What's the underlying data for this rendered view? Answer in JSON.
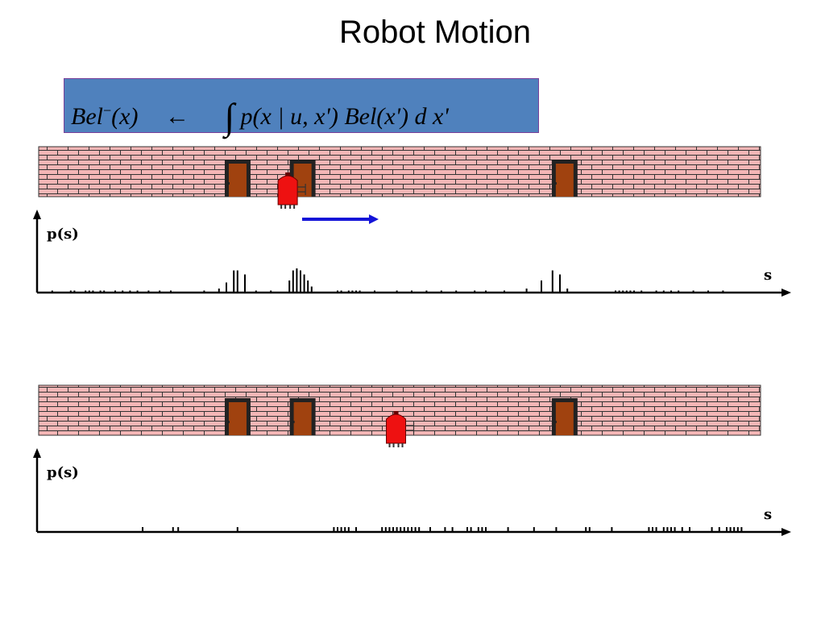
{
  "slide": {
    "title": "Robot Motion"
  },
  "formula": {
    "lhs": "Bel",
    "lhs_sup": "−",
    "lhs_arg": "(x)",
    "arrow": "←",
    "integral": "∫",
    "rhs_p": "p(x | u, x') ",
    "rhs_bel": "Bel(x') ",
    "rhs_d": "d x'"
  },
  "panels": [
    {
      "ylabel": "p(s)",
      "xlabel": "s",
      "doors": [
        0.26,
        0.35,
        0.713
      ],
      "robot": 0.345,
      "motion_arrow": true,
      "bars": [
        {
          "x": 0.015,
          "h": 0.05
        },
        {
          "x": 0.04,
          "h": 0.05
        },
        {
          "x": 0.045,
          "h": 0.05
        },
        {
          "x": 0.06,
          "h": 0.05
        },
        {
          "x": 0.065,
          "h": 0.05
        },
        {
          "x": 0.07,
          "h": 0.05
        },
        {
          "x": 0.08,
          "h": 0.05
        },
        {
          "x": 0.085,
          "h": 0.05
        },
        {
          "x": 0.1,
          "h": 0.05
        },
        {
          "x": 0.11,
          "h": 0.05
        },
        {
          "x": 0.12,
          "h": 0.05
        },
        {
          "x": 0.13,
          "h": 0.05
        },
        {
          "x": 0.145,
          "h": 0.05
        },
        {
          "x": 0.16,
          "h": 0.05
        },
        {
          "x": 0.175,
          "h": 0.05
        },
        {
          "x": 0.22,
          "h": 0.05
        },
        {
          "x": 0.24,
          "h": 0.1
        },
        {
          "x": 0.25,
          "h": 0.25
        },
        {
          "x": 0.26,
          "h": 0.55
        },
        {
          "x": 0.265,
          "h": 0.55
        },
        {
          "x": 0.275,
          "h": 0.45
        },
        {
          "x": 0.29,
          "h": 0.05
        },
        {
          "x": 0.31,
          "h": 0.05
        },
        {
          "x": 0.335,
          "h": 0.3
        },
        {
          "x": 0.34,
          "h": 0.55
        },
        {
          "x": 0.345,
          "h": 0.6
        },
        {
          "x": 0.35,
          "h": 0.55
        },
        {
          "x": 0.355,
          "h": 0.45
        },
        {
          "x": 0.36,
          "h": 0.3
        },
        {
          "x": 0.365,
          "h": 0.15
        },
        {
          "x": 0.4,
          "h": 0.05
        },
        {
          "x": 0.405,
          "h": 0.05
        },
        {
          "x": 0.415,
          "h": 0.05
        },
        {
          "x": 0.42,
          "h": 0.05
        },
        {
          "x": 0.425,
          "h": 0.05
        },
        {
          "x": 0.43,
          "h": 0.05
        },
        {
          "x": 0.45,
          "h": 0.05
        },
        {
          "x": 0.48,
          "h": 0.05
        },
        {
          "x": 0.5,
          "h": 0.05
        },
        {
          "x": 0.52,
          "h": 0.05
        },
        {
          "x": 0.54,
          "h": 0.05
        },
        {
          "x": 0.56,
          "h": 0.05
        },
        {
          "x": 0.585,
          "h": 0.05
        },
        {
          "x": 0.6,
          "h": 0.05
        },
        {
          "x": 0.625,
          "h": 0.05
        },
        {
          "x": 0.655,
          "h": 0.1
        },
        {
          "x": 0.675,
          "h": 0.3
        },
        {
          "x": 0.69,
          "h": 0.55
        },
        {
          "x": 0.7,
          "h": 0.45
        },
        {
          "x": 0.71,
          "h": 0.1
        },
        {
          "x": 0.775,
          "h": 0.05
        },
        {
          "x": 0.78,
          "h": 0.05
        },
        {
          "x": 0.785,
          "h": 0.05
        },
        {
          "x": 0.79,
          "h": 0.05
        },
        {
          "x": 0.795,
          "h": 0.05
        },
        {
          "x": 0.8,
          "h": 0.05
        },
        {
          "x": 0.81,
          "h": 0.05
        },
        {
          "x": 0.83,
          "h": 0.05
        },
        {
          "x": 0.84,
          "h": 0.05
        },
        {
          "x": 0.85,
          "h": 0.05
        },
        {
          "x": 0.86,
          "h": 0.05
        },
        {
          "x": 0.88,
          "h": 0.05
        },
        {
          "x": 0.9,
          "h": 0.05
        },
        {
          "x": 0.92,
          "h": 0.05
        }
      ]
    },
    {
      "ylabel": "p(s)",
      "xlabel": "s",
      "doors": [
        0.26,
        0.35,
        0.713
      ],
      "robot": 0.495,
      "motion_arrow": false,
      "bars": [
        {
          "x": 0.137,
          "h": 0.12
        },
        {
          "x": 0.178,
          "h": 0.12
        },
        {
          "x": 0.185,
          "h": 0.12
        },
        {
          "x": 0.265,
          "h": 0.12
        },
        {
          "x": 0.395,
          "h": 0.12
        },
        {
          "x": 0.4,
          "h": 0.12
        },
        {
          "x": 0.405,
          "h": 0.12
        },
        {
          "x": 0.41,
          "h": 0.12
        },
        {
          "x": 0.415,
          "h": 0.12
        },
        {
          "x": 0.425,
          "h": 0.12
        },
        {
          "x": 0.46,
          "h": 0.12
        },
        {
          "x": 0.465,
          "h": 0.12
        },
        {
          "x": 0.47,
          "h": 0.12
        },
        {
          "x": 0.475,
          "h": 0.12
        },
        {
          "x": 0.48,
          "h": 0.12
        },
        {
          "x": 0.485,
          "h": 0.12
        },
        {
          "x": 0.49,
          "h": 0.12
        },
        {
          "x": 0.495,
          "h": 0.12
        },
        {
          "x": 0.5,
          "h": 0.12
        },
        {
          "x": 0.505,
          "h": 0.12
        },
        {
          "x": 0.51,
          "h": 0.12
        },
        {
          "x": 0.525,
          "h": 0.12
        },
        {
          "x": 0.545,
          "h": 0.12
        },
        {
          "x": 0.555,
          "h": 0.12
        },
        {
          "x": 0.575,
          "h": 0.12
        },
        {
          "x": 0.58,
          "h": 0.12
        },
        {
          "x": 0.59,
          "h": 0.12
        },
        {
          "x": 0.595,
          "h": 0.12
        },
        {
          "x": 0.6,
          "h": 0.12
        },
        {
          "x": 0.63,
          "h": 0.12
        },
        {
          "x": 0.665,
          "h": 0.12
        },
        {
          "x": 0.695,
          "h": 0.12
        },
        {
          "x": 0.735,
          "h": 0.12
        },
        {
          "x": 0.74,
          "h": 0.12
        },
        {
          "x": 0.77,
          "h": 0.12
        },
        {
          "x": 0.82,
          "h": 0.12
        },
        {
          "x": 0.825,
          "h": 0.12
        },
        {
          "x": 0.83,
          "h": 0.12
        },
        {
          "x": 0.84,
          "h": 0.12
        },
        {
          "x": 0.845,
          "h": 0.12
        },
        {
          "x": 0.85,
          "h": 0.12
        },
        {
          "x": 0.855,
          "h": 0.12
        },
        {
          "x": 0.865,
          "h": 0.12
        },
        {
          "x": 0.875,
          "h": 0.12
        },
        {
          "x": 0.905,
          "h": 0.12
        },
        {
          "x": 0.915,
          "h": 0.12
        },
        {
          "x": 0.925,
          "h": 0.12
        },
        {
          "x": 0.93,
          "h": 0.12
        },
        {
          "x": 0.935,
          "h": 0.12
        },
        {
          "x": 0.94,
          "h": 0.12
        },
        {
          "x": 0.945,
          "h": 0.12
        }
      ]
    }
  ],
  "colors": {
    "formula_bg": "#4f81bd",
    "brick": "#f4b6b6",
    "mortar": "#333333",
    "door": "#a0420f",
    "robot": "#ee1111",
    "arrow": "#1414d8"
  }
}
